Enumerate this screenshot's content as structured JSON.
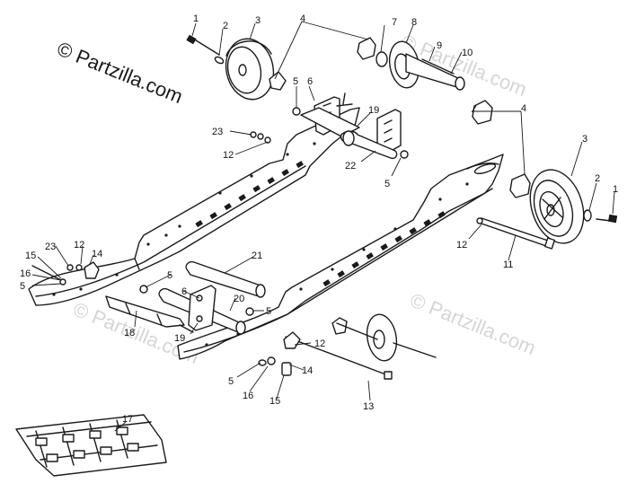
{
  "copyright": "© Partzilla.com",
  "watermark": "© Partzilla.com",
  "callouts": {
    "c1a": "1",
    "c2a": "2",
    "c3a": "3",
    "c4a": "4",
    "c7": "7",
    "c8": "8",
    "c9": "9",
    "c10": "10",
    "c5a": "5",
    "c6a": "6",
    "c19a": "19",
    "c23a": "23",
    "c12a": "12",
    "c22": "22",
    "c5b": "5",
    "c4b": "4",
    "c3b": "3",
    "c2b": "2",
    "c1b": "1",
    "c12b": "12",
    "c11": "11",
    "c21": "21",
    "c15a": "15",
    "c23b": "23",
    "c12c": "12",
    "c14a": "14",
    "c16a": "16",
    "c5c": "5",
    "c5d": "5",
    "c6b": "6",
    "c20": "20",
    "c5e": "5",
    "c18": "18",
    "c19b": "19",
    "c12d": "12",
    "c14b": "14",
    "c5f": "5",
    "c16b": "16",
    "c15b": "15",
    "c13": "13",
    "c17": "17"
  }
}
